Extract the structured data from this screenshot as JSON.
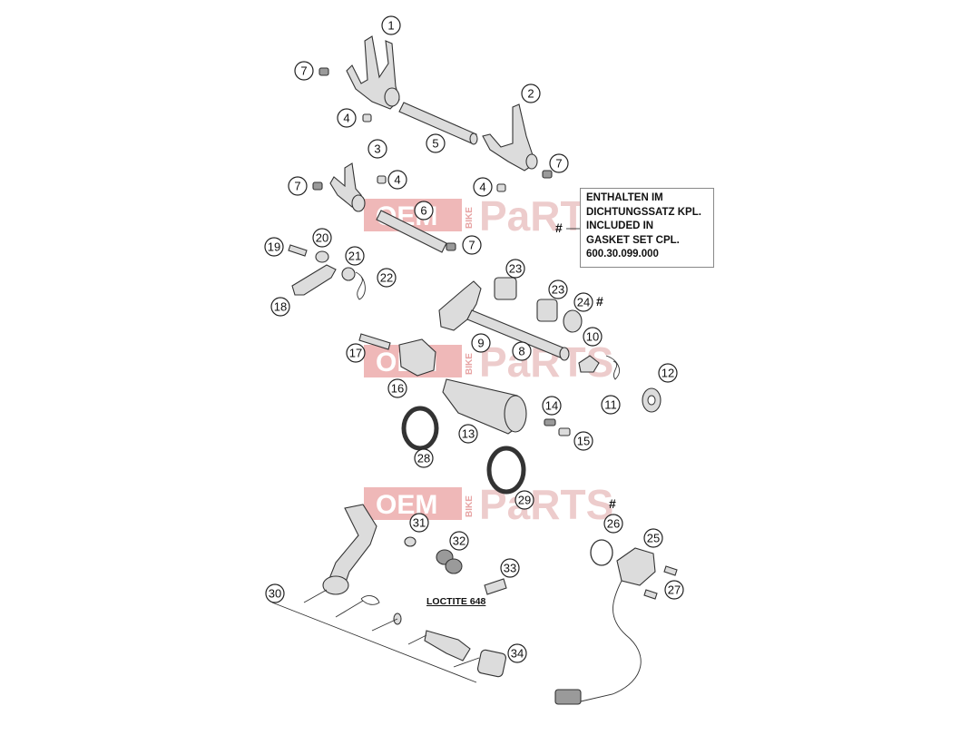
{
  "watermark": {
    "oem": "OEM",
    "bike": "BIKE",
    "parts": "PaRTS"
  },
  "legend": {
    "marker": "#",
    "lines": [
      "ENTHALTEN IM",
      "DICHTUNGSSATZ KPL.",
      "INCLUDED IN",
      "GASKET SET CPL.",
      "600.30.099.000"
    ]
  },
  "markers": {
    "hash_24": "#",
    "hash_26": "#"
  },
  "note": {
    "loctite": "LOCTITE 648"
  },
  "callouts": {
    "c1": "1",
    "c2": "2",
    "c3": "3",
    "c4a": "4",
    "c4b": "4",
    "c4c": "4",
    "c5": "5",
    "c6": "6",
    "c7a": "7",
    "c7b": "7",
    "c7c": "7",
    "c7d": "7",
    "c8": "8",
    "c9": "9",
    "c10": "10",
    "c11": "11",
    "c12": "12",
    "c13": "13",
    "c14": "14",
    "c15": "15",
    "c16": "16",
    "c17": "17",
    "c18": "18",
    "c19": "19",
    "c20": "20",
    "c21": "21",
    "c22": "22",
    "c23a": "23",
    "c23b": "23",
    "c24": "24",
    "c25": "25",
    "c26": "26",
    "c27": "27",
    "c28": "28",
    "c29": "29",
    "c30": "30",
    "c31": "31",
    "c32": "32",
    "c33": "33",
    "c34": "34"
  }
}
